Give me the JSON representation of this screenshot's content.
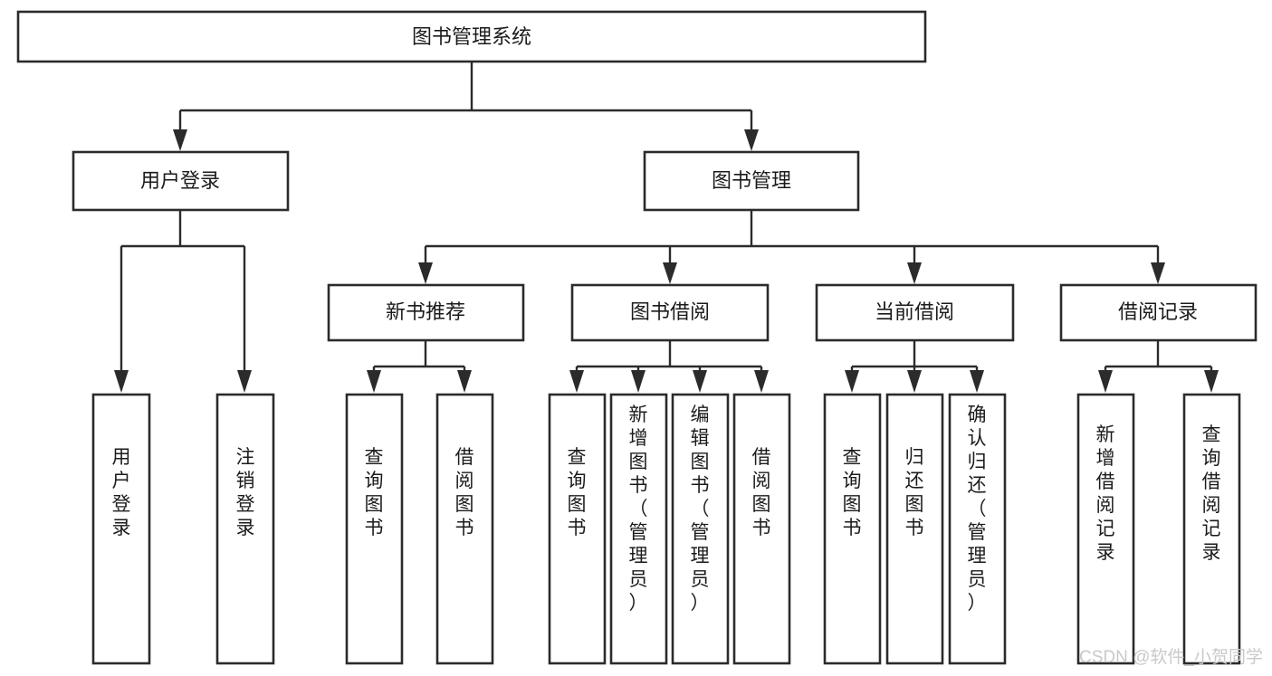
{
  "diagram": {
    "title": "图书管理系统",
    "type": "tree-hierarchy",
    "watermark": "CSDN @软件_小贺同学",
    "root": {
      "id": "root",
      "label": "图书管理系统",
      "orientation": "horizontal"
    },
    "level2": [
      {
        "id": "user-login",
        "label": "用户登录",
        "orientation": "horizontal"
      },
      {
        "id": "book-manage",
        "label": "图书管理",
        "orientation": "horizontal"
      }
    ],
    "level3": [
      {
        "id": "new-book-recommend",
        "label": "新书推荐",
        "orientation": "horizontal",
        "parent": "book-manage"
      },
      {
        "id": "book-borrow",
        "label": "图书借阅",
        "orientation": "horizontal",
        "parent": "book-manage"
      },
      {
        "id": "current-borrow",
        "label": "当前借阅",
        "orientation": "horizontal",
        "parent": "book-manage"
      },
      {
        "id": "borrow-record",
        "label": "借阅记录",
        "orientation": "horizontal",
        "parent": "book-manage"
      }
    ],
    "leaves": [
      {
        "id": "leaf-user-login",
        "label": "用户登录",
        "orientation": "vertical",
        "parent": "user-login"
      },
      {
        "id": "leaf-logout-login",
        "label": "注销登录",
        "orientation": "vertical",
        "parent": "user-login"
      },
      {
        "id": "leaf-query-book-1",
        "label": "查询图书",
        "orientation": "vertical",
        "parent": "new-book-recommend"
      },
      {
        "id": "leaf-borrow-book-1",
        "label": "借阅图书",
        "orientation": "vertical",
        "parent": "new-book-recommend"
      },
      {
        "id": "leaf-query-book-2",
        "label": "查询图书",
        "orientation": "vertical",
        "parent": "book-borrow"
      },
      {
        "id": "leaf-add-book",
        "label": "新增图书（管理员）",
        "orientation": "vertical",
        "parent": "book-borrow"
      },
      {
        "id": "leaf-edit-book",
        "label": "编辑图书（管理员）",
        "orientation": "vertical",
        "parent": "book-borrow"
      },
      {
        "id": "leaf-borrow-book-2",
        "label": "借阅图书",
        "orientation": "vertical",
        "parent": "book-borrow"
      },
      {
        "id": "leaf-query-book-3",
        "label": "查询图书",
        "orientation": "vertical",
        "parent": "current-borrow"
      },
      {
        "id": "leaf-return-book",
        "label": "归还图书",
        "orientation": "vertical",
        "parent": "current-borrow"
      },
      {
        "id": "leaf-confirm-return",
        "label": "确认归还（管理员）",
        "orientation": "vertical",
        "parent": "current-borrow"
      },
      {
        "id": "leaf-add-record",
        "label": "新增借阅记录",
        "orientation": "vertical",
        "parent": "borrow-record"
      },
      {
        "id": "leaf-query-record",
        "label": "查询借阅记录",
        "orientation": "vertical",
        "parent": "borrow-record"
      }
    ],
    "colors": {
      "stroke": "#2b2b2b",
      "fill": "#ffffff",
      "text": "#1b1b1b",
      "watermark": "#c9c9c9"
    }
  }
}
